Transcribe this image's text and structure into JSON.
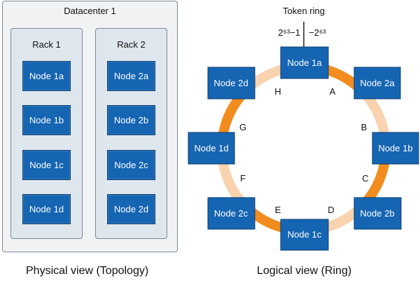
{
  "physical": {
    "datacenter": {
      "title": "Datacenter 1"
    },
    "racks": [
      {
        "title": "Rack 1",
        "nodes": [
          "Node 1a",
          "Node 1b",
          "Node 1c",
          "Node 1d"
        ]
      },
      {
        "title": "Rack 2",
        "nodes": [
          "Node 2a",
          "Node 2b",
          "Node 2c",
          "Node 2d"
        ]
      }
    ],
    "caption": "Physical view (Topology)"
  },
  "logical": {
    "token_ring_label": "Token ring",
    "min_token_label": "2⁶³−1",
    "max_token_label": "−2⁶³",
    "nodes": [
      "Node 1a",
      "Node 2a",
      "Node 1b",
      "Node 2b",
      "Node 1c",
      "Node 2c",
      "Node 1d",
      "Node 2d"
    ],
    "segments": [
      "A",
      "B",
      "C",
      "D",
      "E",
      "F",
      "G",
      "H"
    ],
    "caption": "Logical view (Ring)"
  },
  "colors": {
    "node_fill": "#1565b2",
    "node_border": "#0b3d70",
    "ring_dark": "#f28c1e",
    "ring_light": "#f9d3b0",
    "rack_fill": "#dfe7ee",
    "datacenter_fill": "#f0f2f4"
  }
}
